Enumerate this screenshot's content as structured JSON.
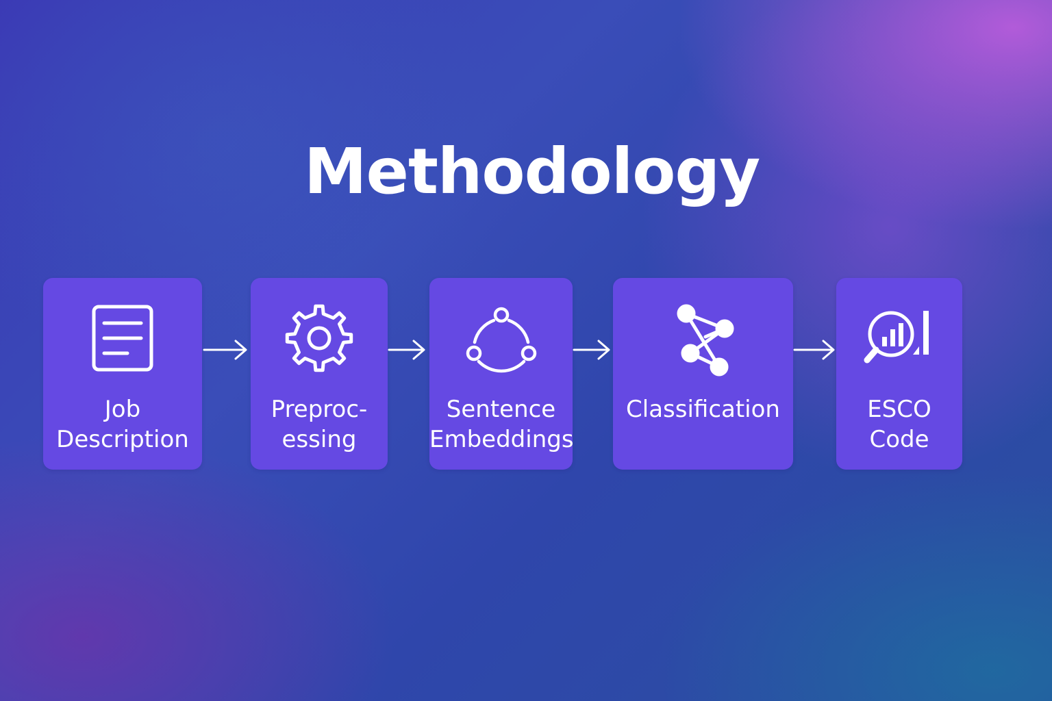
{
  "title": "Methodology",
  "steps": [
    {
      "line1": "Job",
      "line2": "Description",
      "icon": "document-icon"
    },
    {
      "line1": "Preproc-",
      "line2": "essing",
      "icon": "gear-icon"
    },
    {
      "line1": "Sentence",
      "line2": "Embeddings",
      "icon": "embedding-nodes-icon"
    },
    {
      "line1": "Classification",
      "line2": "",
      "icon": "network-graph-icon"
    },
    {
      "line1": "ESCO",
      "line2": "Code",
      "icon": "search-analytics-icon"
    }
  ],
  "colors": {
    "box": "#6549e3",
    "text": "#ffffff"
  }
}
